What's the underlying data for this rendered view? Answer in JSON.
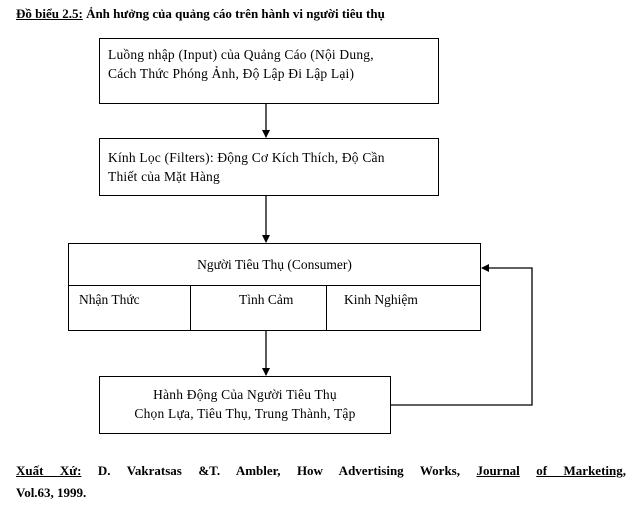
{
  "title": {
    "label": "Đồ biểu 2.5:",
    "text": " Ảnh hưởng của quảng cáo trên hành vi người tiêu thụ"
  },
  "boxes": {
    "input": {
      "line1": "Luồng nhập (Input) của Quảng Cáo (Nội Dung,",
      "line2": "Cách Thức Phóng Ảnh, Độ Lập Đi Lập Lại)"
    },
    "filters": {
      "line1": "Kính Lọc (Filters): Động Cơ Kích Thích, Độ Cần",
      "line2": "Thiết của Mặt Hàng"
    },
    "consumer": {
      "header": "Người Tiêu Thụ (Consumer)",
      "columns": [
        "Nhận Thức",
        "Tình Cảm",
        "Kinh Nghiệm"
      ]
    },
    "action": {
      "line1": "Hành Động Của Người Tiêu Thụ",
      "line2": "Chọn Lựa, Tiêu Thụ, Trung Thành, Tập"
    }
  },
  "source": {
    "label": "Xuất Xứ:",
    "text_before": " D. Vakratsas &T. Ambler, How Advertising Works, ",
    "journal_word": "Journal",
    "of_marketing": "of Marketing",
    "text_after": ",",
    "line2": "Vol.63, 1999."
  }
}
